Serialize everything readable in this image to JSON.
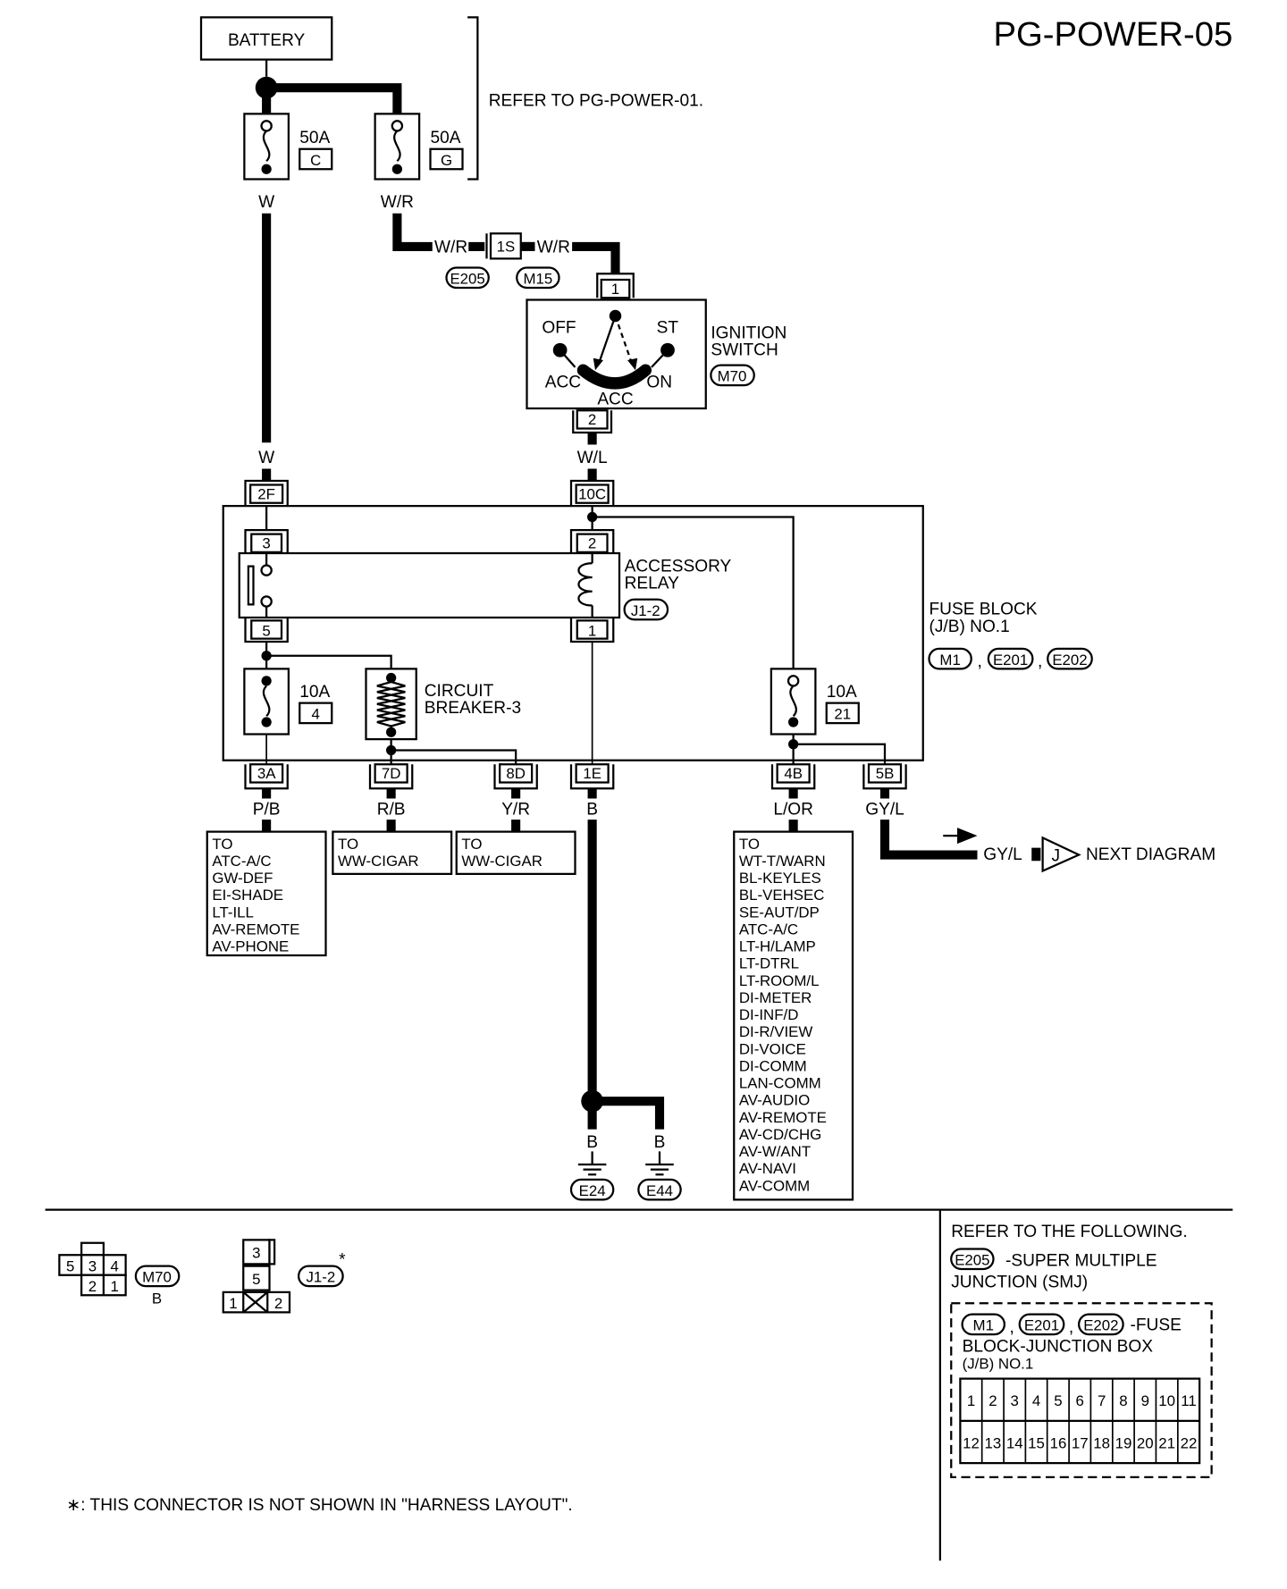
{
  "title": "PG-POWER-05",
  "battery": "BATTERY",
  "refer_note": "REFER TO PG-POWER-01.",
  "fuse_c": {
    "rating": "50A",
    "id": "C"
  },
  "fuse_g": {
    "rating": "50A",
    "id": "G"
  },
  "wires": {
    "w": "W",
    "wr": "W/R",
    "wl": "W/L",
    "pb": "P/B",
    "rb": "R/B",
    "yr": "Y/R",
    "b": "B",
    "lor": "L/OR",
    "gyl": "GY/L"
  },
  "smj_pin": "1S",
  "conn": {
    "e205": "E205",
    "m15": "M15",
    "m70": "M70",
    "j12": "J1-2",
    "m1": "M1",
    "e201": "E201",
    "e202": "E202",
    "e24": "E24",
    "e44": "E44"
  },
  "ignition": {
    "pin_in": "1",
    "pin_out": "2",
    "off": "OFF",
    "st": "ST",
    "acc": "ACC",
    "on": "ON",
    "acc2": "ACC",
    "label1": "IGNITION",
    "label2": "SWITCH"
  },
  "pins": {
    "p2f": "2F",
    "p10c": "10C",
    "p3": "3",
    "p2": "2",
    "p5": "5",
    "p1": "1",
    "p3a": "3A",
    "p7d": "7D",
    "p8d": "8D",
    "p1e": "1E",
    "p4b": "4B",
    "p5b": "5B"
  },
  "relay": {
    "label1": "ACCESSORY",
    "label2": "RELAY"
  },
  "fuseblock": {
    "label1": "FUSE BLOCK",
    "label2": "(J/B) NO.1"
  },
  "fuse_4": {
    "rating": "10A",
    "id": "4"
  },
  "fuse_21": {
    "rating": "10A",
    "id": "21"
  },
  "breaker": {
    "label1": "CIRCUIT",
    "label2": "BREAKER-3"
  },
  "dest_pb": [
    "TO",
    "ATC-A/C",
    "GW-DEF",
    "EI-SHADE",
    "LT-ILL",
    "AV-REMOTE",
    "AV-PHONE"
  ],
  "dest_rb": [
    "TO",
    "WW-CIGAR"
  ],
  "dest_yr": [
    "TO",
    "WW-CIGAR"
  ],
  "dest_lor": [
    "TO",
    "WT-T/WARN",
    "BL-KEYLES",
    "BL-VEHSEC",
    "SE-AUT/DP",
    "ATC-A/C",
    "LT-H/LAMP",
    "LT-DTRL",
    "LT-ROOM/L",
    "DI-METER",
    "DI-INF/D",
    "DI-R/VIEW",
    "DI-VOICE",
    "DI-COMM",
    "LAN-COMM",
    "AV-AUDIO",
    "AV-REMOTE",
    "AV-CD/CHG",
    "AV-W/ANT",
    "AV-NAVI",
    "AV-COMM"
  ],
  "next": {
    "connector": "J",
    "label": "NEXT DIAGRAM"
  },
  "legend": {
    "m70_pins_top": [
      "5",
      "3",
      "4"
    ],
    "m70_pins_bottom": [
      "2",
      "1"
    ],
    "m70_color": "B",
    "j12_pins": [
      "3",
      "5",
      "1",
      "2"
    ],
    "asterisk": "*",
    "refer_heading": "REFER TO THE FOLLOWING.",
    "smj_line1": "-SUPER MULTIPLE",
    "smj_line2": "JUNCTION (SMJ)",
    "jb_line1": "-FUSE",
    "jb_line2": "BLOCK-JUNCTION BOX",
    "jb_line3": "(J/B) NO.1",
    "grid_row1": [
      "1",
      "2",
      "3",
      "4",
      "5",
      "6",
      "7",
      "8",
      "9",
      "10",
      "11"
    ],
    "grid_row2": [
      "12",
      "13",
      "14",
      "15",
      "16",
      "17",
      "18",
      "19",
      "20",
      "21",
      "22"
    ],
    "footnote": "∗: THIS CONNECTOR IS NOT SHOWN IN \"HARNESS LAYOUT\"."
  }
}
